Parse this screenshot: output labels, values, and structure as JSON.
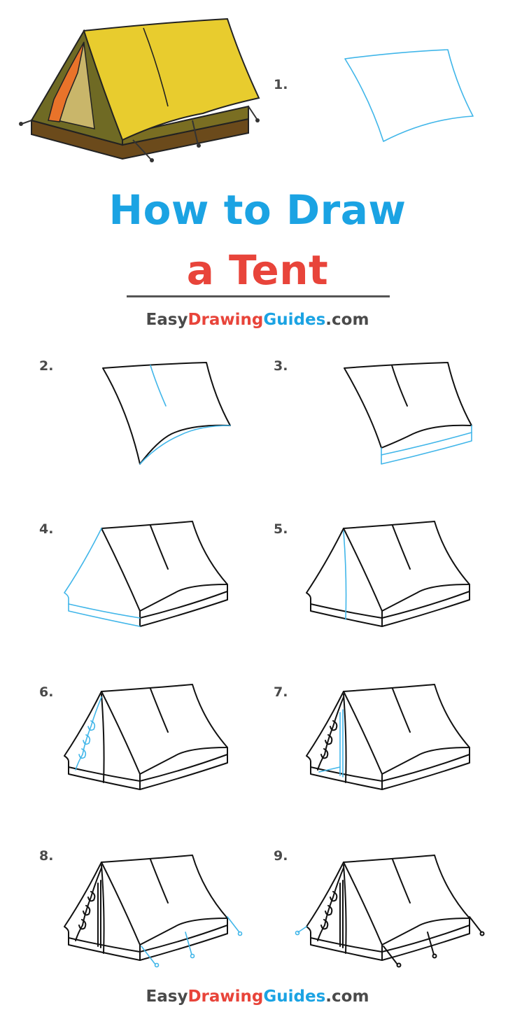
{
  "title": {
    "line1": "How to Draw",
    "line2": "a Tent",
    "line1_color": "#1ba3e3",
    "line2_color": "#e8443a"
  },
  "brand": {
    "part1": "Easy",
    "part2": "Drawing",
    "part3": "Guides",
    "part4": ".com",
    "color_dark": "#4a4a4a",
    "color_red": "#e8443a",
    "color_blue": "#1ba3e3"
  },
  "colors": {
    "ink": "#111111",
    "new_stroke": "#41b6e9",
    "tent_yellow": "#e8cc2e",
    "tent_olive": "#6f6a24",
    "tent_brown": "#6b4a1b",
    "tent_orange": "#e9732a"
  },
  "steps": [
    {
      "label": "1."
    },
    {
      "label": "2."
    },
    {
      "label": "3."
    },
    {
      "label": "4."
    },
    {
      "label": "5."
    },
    {
      "label": "6."
    },
    {
      "label": "7."
    },
    {
      "label": "8."
    },
    {
      "label": "9."
    }
  ]
}
